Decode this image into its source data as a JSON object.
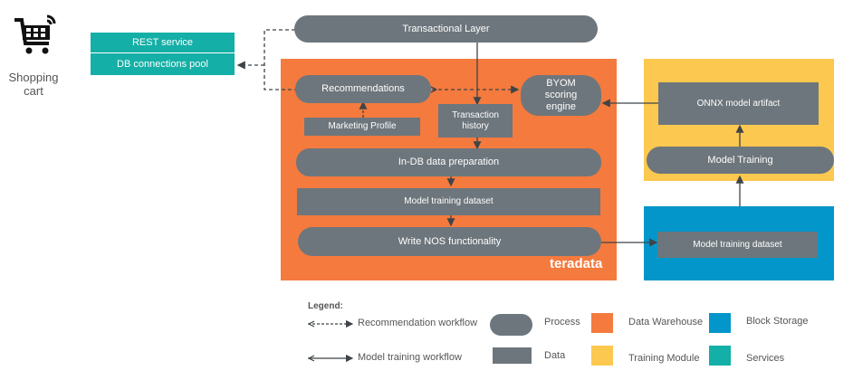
{
  "colors": {
    "process": "#6d767c",
    "data_warehouse": "#f47a3e",
    "training_module": "#fcc84f",
    "block_storage": "#0396ca",
    "services": "#14afa6"
  },
  "shopping_cart": {
    "icon": "shopping-cart-icon",
    "label_line1": "Shopping",
    "label_line2": "cart"
  },
  "services": {
    "rest": "REST service",
    "db_pool": "DB connections pool"
  },
  "transactional_layer": "Transactional Layer",
  "warehouse": {
    "recommendations": "Recommendations",
    "marketing_profile": "Marketing Profile",
    "transaction_history_1": "Transaction",
    "transaction_history_2": "history",
    "byom_1": "BYOM",
    "byom_2": "scoring",
    "byom_3": "engine",
    "indb_prep": "In-DB data preparation",
    "training_dataset": "Model training dataset",
    "write_nos": "Write NOS functionality",
    "brand": "teradata"
  },
  "training_module": {
    "onnx": "ONNX model artifact",
    "model_training": "Model Training"
  },
  "block_storage": {
    "dataset": "Model training dataset"
  },
  "legend": {
    "title": "Legend:",
    "recommendation_workflow": "Recommendation workflow",
    "model_training_workflow": "Model training workflow",
    "process": "Process",
    "data": "Data",
    "data_warehouse": "Data Warehouse",
    "training_module": "Training Module",
    "block_storage": "Block Storage",
    "services": "Services"
  }
}
